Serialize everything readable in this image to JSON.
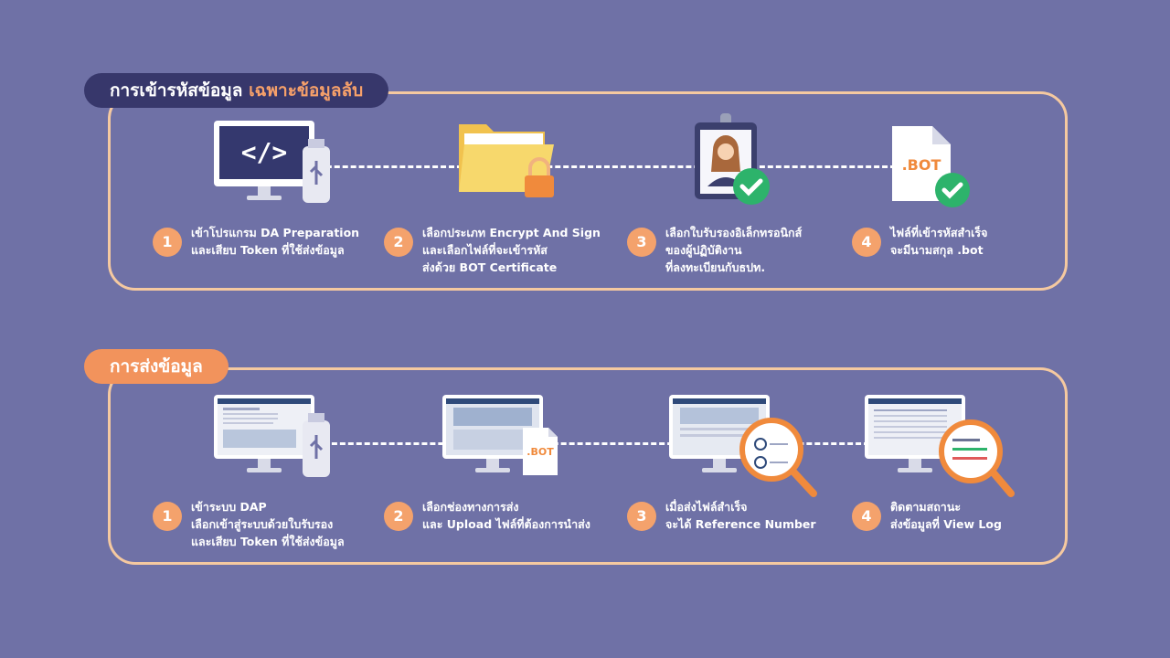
{
  "section1": {
    "title_main": "การเข้ารหัสข้อมูล",
    "title_highlight": "เฉพาะข้อมูลลับ",
    "steps": [
      {
        "num": "1",
        "lines": [
          "เข้าโปรแกรม DA Preparation",
          "และเสียบ Token ที่ใช้ส่งข้อมูล"
        ],
        "icon": "monitor-code-usb-icon"
      },
      {
        "num": "2",
        "lines": [
          "เลือกประเภท Encrypt And Sign",
          "และเลือกไฟล์ที่จะเข้ารหัส",
          "ส่งด้วย BOT Certificate"
        ],
        "icon": "folder-lock-icon"
      },
      {
        "num": "3",
        "lines": [
          "เลือกใบรับรองอิเล็กทรอนิกส์",
          "ของผู้ปฏิบัติงาน",
          "ที่ลงทะเบียนกับธปท."
        ],
        "icon": "id-badge-check-icon"
      },
      {
        "num": "4",
        "lines": [
          "ไฟล์ที่เข้ารหัสสำเร็จ",
          "จะมีนามสกุล .bot"
        ],
        "icon": "bot-file-check-icon"
      }
    ],
    "bot_file_label": ".BOT"
  },
  "section2": {
    "title": "การส่งข้อมูล",
    "steps": [
      {
        "num": "1",
        "lines": [
          "เข้าระบบ DAP",
          "เลือกเข้าสู่ระบบด้วยใบรับรอง",
          "และเสียบ Token ที่ใช้ส่งข้อมูล"
        ],
        "icon": "monitor-dap-usb-icon"
      },
      {
        "num": "2",
        "lines": [
          "เลือกช่องทางการส่ง",
          "และ Upload ไฟล์ที่ต้องการนำส่ง"
        ],
        "icon": "monitor-upload-bot-icon"
      },
      {
        "num": "3",
        "lines": [
          "เมื่อส่งไฟล์สำเร็จ",
          "จะได้ Reference Number"
        ],
        "icon": "monitor-magnifier-reference-icon"
      },
      {
        "num": "4",
        "lines": [
          "ติดตามสถานะ",
          "ส่งข้อมูลที่ View Log"
        ],
        "icon": "monitor-magnifier-status-icon"
      }
    ],
    "bot_file_label": ".BOT"
  },
  "colors": {
    "background": "#6f71a6",
    "panel_border": "#f5c9a0",
    "accent_orange": "#f4a26c",
    "title_dark": "#37376b",
    "check_green": "#2db36b"
  }
}
